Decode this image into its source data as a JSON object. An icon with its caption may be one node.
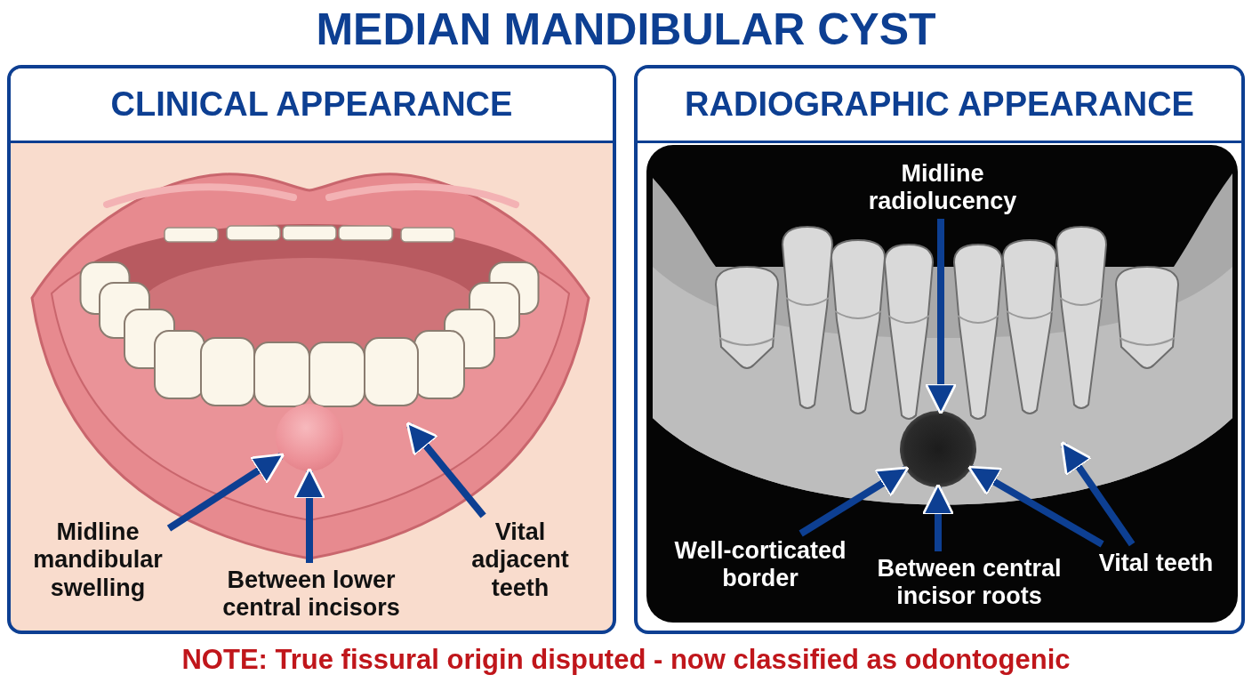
{
  "diagram": {
    "title": "MEDIAN MANDIBULAR CYST",
    "caption": "NOTE: True fissural origin disputed - now classified as odontogenic",
    "nodes": [
      {
        "text": [
          "CLINICAL APPEARANCE"
        ]
      },
      {
        "text": [],
        "shape": "circle",
        "in": 0
      },
      {
        "text": [
          "Midline mandibular swelling"
        ],
        "in": 0
      },
      {
        "text": [
          "Between lower central incisors"
        ],
        "in": 0
      },
      {
        "text": [
          "Vital adjacent teeth"
        ],
        "in": 0
      },
      {
        "text": [
          "RADIOGRAPHIC APPEARANCE"
        ]
      },
      {
        "text": [
          "Midline radiolucency"
        ],
        "in": 5
      },
      {
        "text": [],
        "shape": "circle",
        "in": 5
      },
      {
        "text": [
          "Well-corticated border"
        ],
        "in": 5
      },
      {
        "text": [
          "Between central incisor roots"
        ],
        "in": 5
      },
      {
        "text": [
          "Vital teeth"
        ],
        "in": 5
      }
    ],
    "edges": [
      {
        "from": 2,
        "to": 1,
        "arrow": "to"
      },
      {
        "from": 3,
        "to": 1,
        "arrow": "to"
      },
      {
        "from": 4,
        "to": null,
        "arrow": "to"
      },
      {
        "from": 6,
        "to": 7,
        "arrow": "to"
      },
      {
        "from": 8,
        "to": 7,
        "arrow": "to"
      },
      {
        "from": 9,
        "to": 7,
        "arrow": "to"
      },
      {
        "from": 10,
        "to": 7,
        "arrow": "to"
      },
      {
        "from": 10,
        "to": null,
        "arrow": "to"
      }
    ]
  }
}
